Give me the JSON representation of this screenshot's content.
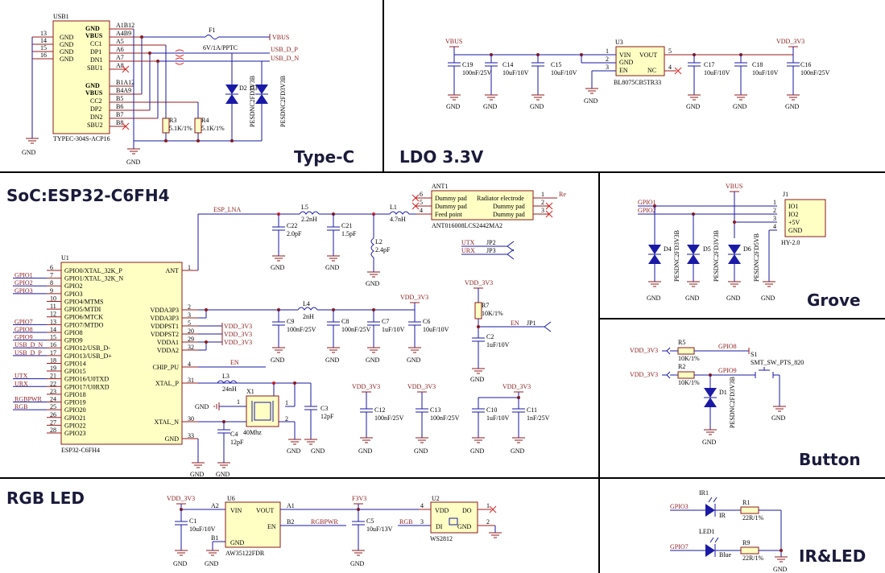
{
  "sections": {
    "typec": "Type-C",
    "ldo": "LDO 3.3V",
    "soc": "SoC:ESP32-C6FH4",
    "grove": "Grove",
    "button": "Button",
    "rgb": "RGB LED",
    "irled": "IR&LED"
  },
  "usb": {
    "ref": "USB1",
    "part": "TYPEC-304S-ACP16",
    "left_pins": [
      "13",
      "14",
      "15",
      "16"
    ],
    "left_names": [
      "GND",
      "GND",
      "GND",
      "GND"
    ],
    "right_pins_top": [
      "A1B12",
      "A4B9",
      "A5",
      "A6",
      "A7",
      "A8"
    ],
    "right_names_top": [
      "GND",
      "VBUS",
      "CC1",
      "DP1",
      "DN1",
      "SBU1"
    ],
    "right_pins_bot": [
      "B1A12",
      "B4A9",
      "B5",
      "B6",
      "B7",
      "B8"
    ],
    "right_names_bot": [
      "GND",
      "VBUS",
      "CC2",
      "DP2",
      "DN2",
      "SBU2"
    ],
    "fuse_ref": "F1",
    "fuse_val": "6V/1A/PPTC",
    "vbus": "VBUS",
    "usb_dp": "USB_D_P",
    "usb_dn": "USB_D_N",
    "r3": "R3",
    "r3v": "5.1K/1%",
    "r4": "R4",
    "r4v": "5.1K/1%",
    "d2": "D2",
    "d3": "D3",
    "tvs": "PESDNC2FD3V3B",
    "gnd": "GND"
  },
  "ldo": {
    "vbus": "VBUS",
    "vdd": "VDD_3V3",
    "u3": "U3",
    "u3part": "BL8075CB5TR33",
    "pins_left": [
      "1",
      "2",
      "3"
    ],
    "names_left": [
      "VIN",
      "GND",
      "EN"
    ],
    "pins_right": [
      "5",
      "4"
    ],
    "names_right": [
      "VOUT",
      "NC"
    ],
    "caps_in": [
      {
        "ref": "C19",
        "val": "100nF/25V"
      },
      {
        "ref": "C14",
        "val": "10uF/10V"
      },
      {
        "ref": "C15",
        "val": "10uF/10V"
      }
    ],
    "caps_out": [
      {
        "ref": "C17",
        "val": "10uF/10V"
      },
      {
        "ref": "C18",
        "val": "10uF/10V"
      },
      {
        "ref": "C16",
        "val": "100nF/25V"
      }
    ],
    "gnd": "GND"
  },
  "soc": {
    "u1": "U1",
    "part": "ESP32-C6FH4",
    "left_pins": [
      "6",
      "7",
      "8",
      "9",
      "10",
      "11",
      "12",
      "13",
      "14",
      "15",
      "16",
      "17",
      "18",
      "19",
      "21",
      "22",
      "23",
      "24",
      "25",
      "26",
      "27",
      "28"
    ],
    "left_names": [
      "GPIO0/XTAL_32K_P",
      "GPIO1/XTAL_32K_N",
      "GPIO2",
      "GPIO3",
      "GPIO4/MTMS",
      "GPIO5/MTDI",
      "GPIO6/MTCK",
      "GPIO7/MTDO",
      "GPIO8",
      "GPIO9",
      "GPIO12/USB_D-",
      "GPIO13/USB_D+",
      "GPIO14",
      "GPIO15",
      "GPIO16/U0TXD",
      "GPIO17/U0RXD",
      "GPIO18",
      "GPIO19",
      "GPIO20",
      "GPIO21",
      "GPIO22",
      "GPIO23"
    ],
    "left_nets": [
      "",
      "GPIO1",
      "GPIO2",
      "GPIO3",
      "",
      "",
      "",
      "GPIO7",
      "GPIO8",
      "GPIO9",
      "USB_D_N",
      "USB_D_P",
      "",
      "",
      "UTX",
      "URX",
      "",
      "RGBPWR",
      "RGB",
      "",
      "",
      ""
    ],
    "right": [
      {
        "pin": "1",
        "name": "ANT"
      },
      {
        "pin": "2",
        "name": "VDDA3P3"
      },
      {
        "pin": "3",
        "name": "VDDA3P3"
      },
      {
        "pin": "5",
        "name": "VDDPST1"
      },
      {
        "pin": "20",
        "name": "VDDPST2"
      },
      {
        "pin": "29",
        "name": "VDDA1"
      },
      {
        "pin": "32",
        "name": "VDDA2"
      },
      {
        "pin": "4",
        "name": "CHIP_PU"
      },
      {
        "pin": "31",
        "name": "XTAL_P"
      },
      {
        "pin": "30",
        "name": "XTAL_N"
      },
      {
        "pin": "33",
        "name": "GND"
      }
    ],
    "esp_lna": "ESP_LNA",
    "l5": "L5",
    "l5v": "2.2nH",
    "l1": "L1",
    "l1v": "4.7nH",
    "l2": "L2",
    "l2v": "2.4pF",
    "c22": "C22",
    "c22v": "2.0pF",
    "c21": "C21",
    "c21v": "1.5pF",
    "ant1": "ANT1",
    "antpart": "ANT016008LCS2442MA2",
    "ant_left": [
      "Dummy pad",
      "Dummy pad",
      "Feed point"
    ],
    "ant_right": [
      "Radiator electrode",
      "Dummy pad",
      "Dummy pad"
    ],
    "ant_lpins": [
      "6",
      "5",
      "4"
    ],
    "ant_rpins": [
      "1",
      "2",
      "3"
    ],
    "re": "Re",
    "jp2": "JP2",
    "jp3": "JP3",
    "utx": "UTX",
    "urx": "URX",
    "vdd": "VDD_3V3",
    "r7": "R7",
    "r7v": "10K/1%",
    "c2": "C2",
    "c2v": "1uF/10V",
    "en": "EN",
    "jp1": "JP1",
    "l4": "L4",
    "l4v": "2nH",
    "c9": "C9",
    "c9v": "100nF/25V",
    "c8": "C8",
    "c8v": "100nF/25V",
    "c7": "C7",
    "c7v": "1uF/10V",
    "c6": "C6",
    "c6v": "10uF/10V",
    "l3": "L3",
    "l3v": "24nH",
    "x1": "X1",
    "x1v": "40Mhz",
    "c3": "C3",
    "c3v": "12pF",
    "c4": "C4",
    "c4v": "12pF",
    "c12": "C12",
    "c12v": "100nF/25V",
    "c13": "C13",
    "c13v": "100nF/25V",
    "c10": "C10",
    "c10v": "1uF/10V",
    "c11": "C11",
    "c11v": "1nF/25V",
    "gnd": "GND"
  },
  "grove": {
    "vbus": "VBUS",
    "gpio1": "GPIO1",
    "gpio2": "GPIO2",
    "j1": "J1",
    "part": "HY-2.0",
    "pins": [
      "1",
      "2",
      "3",
      "4"
    ],
    "names": [
      "IO1",
      "IO2",
      "+5V",
      "GND"
    ],
    "d4": "D4",
    "d5": "D5",
    "d6": "D6",
    "tvs": "PESDNC2FD3V3B",
    "tvs5": "PESDNC2FD5VB",
    "gnd": "GND"
  },
  "button": {
    "vdd": "VDD_3V3",
    "r5": "R5",
    "r5v": "10K/1%",
    "r2": "R2",
    "r2v": "10K/1%",
    "gpio8": "GPIO8",
    "gpio9": "GPIO9",
    "s1": "S1",
    "s1part": "SMT_SW_PTS_820",
    "d1": "D1",
    "tvs": "PESDNC2FD3V3B",
    "gnd": "GND"
  },
  "rgb": {
    "vdd": "VDD_3V3",
    "u6": "U6",
    "u6part": "AW35122FDR",
    "vin": "VIN",
    "vout": "VOUT",
    "en": "EN",
    "gnd": "GND",
    "a2": "A2",
    "a1": "A1",
    "b2": "B2",
    "b1": "B1",
    "c1": "C1",
    "c1v": "10uF/10V",
    "f3v3": "F3V3",
    "c5": "C5",
    "c5v": "10uF/13V",
    "rgbpwr": "RGBPWR",
    "rgbnet": "RGB",
    "u2": "U2",
    "u2part": "WS2812",
    "u2pins": [
      "4",
      "3",
      "1",
      "2"
    ],
    "u2names": [
      "VDD",
      "DI",
      "DO",
      "GND"
    ],
    "gndlbl": "GND"
  },
  "irled": {
    "ir1": "IR1",
    "irlbl": "IR",
    "gpio3": "GPIO3",
    "r1": "R1",
    "r1v": "22R/1%",
    "led1": "LED1",
    "blue": "Blue",
    "gpio7": "GPIO7",
    "r9": "R9",
    "r9v": "22R/1%",
    "gnd": "GND"
  }
}
